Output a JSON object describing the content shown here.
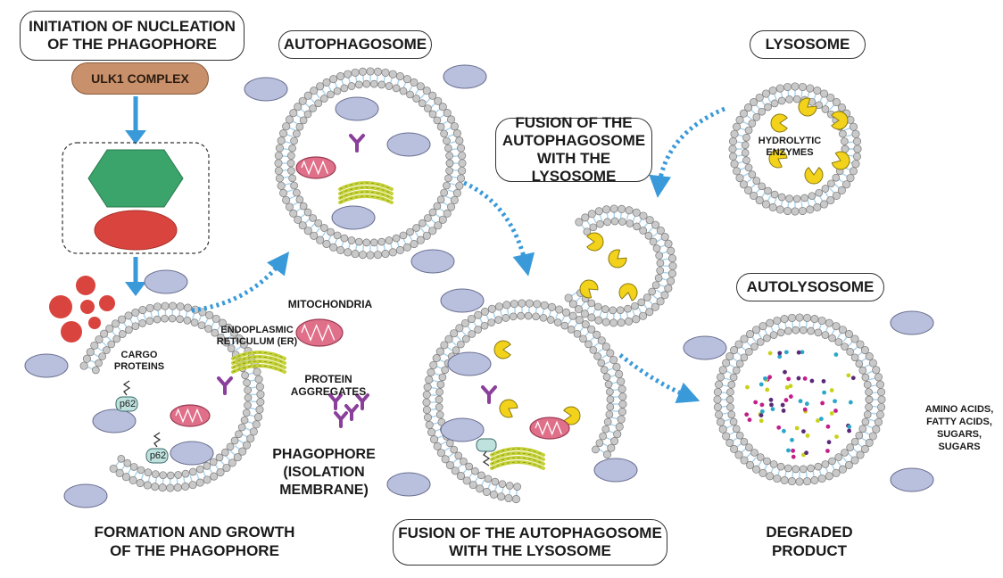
{
  "titles": {
    "initiation": "INITIATION OF NUCLEATION\nOF THE PHAGOPHORE",
    "ulk1": "ULK1 COMPLEX",
    "autophagosome": "AUTOPHAGOSOME",
    "lysosome": "LYSOSOME",
    "fusion_top": "FUSION OF THE\nAUTOPHAGOSOME\nWITH THE LYSOSOME",
    "autolysosome": "AUTOLYSOSOME",
    "fusion_bottom": "FUSION OF THE AUTOPHAGOSOME\nWITH THE LYSOSOME"
  },
  "labels": {
    "hydrolytic": "HYDROLYTIC\nENZYMES",
    "mitochondria": "MITOCHONDRIA",
    "er": "ENDOPLASMIC\nRETICULUM (ER)",
    "cargo": "CARGO\nPROTEINS",
    "protein_aggregates": "PROTEIN\nAGGREGATES",
    "phagophore": "PHAGOPHORE\n(ISOLATION\nMEMBRANE)",
    "amino": "AMINO ACIDS,\nFATTY ACIDS,\nSUGARS,\nSUGARS",
    "p62_a": "p62",
    "p62_b": "p62"
  },
  "captions": {
    "formation": "FORMATION AND GROWTH\nOF THE PHAGOPHORE",
    "degraded": "DEGRADED\nPRODUCT"
  },
  "colors": {
    "membrane_bead": "#c9c9c9",
    "receptor": "#b9c0de",
    "hexagon": "#3aa46a",
    "ellipse_red": "#d9443e",
    "enzyme": "#f2d21a",
    "mitochondria": "#e0708a",
    "er": "#c6d23a",
    "aggregate": "#8a3f9a",
    "arrow": "#3a9ad9",
    "ulk1": "#c8916b"
  }
}
